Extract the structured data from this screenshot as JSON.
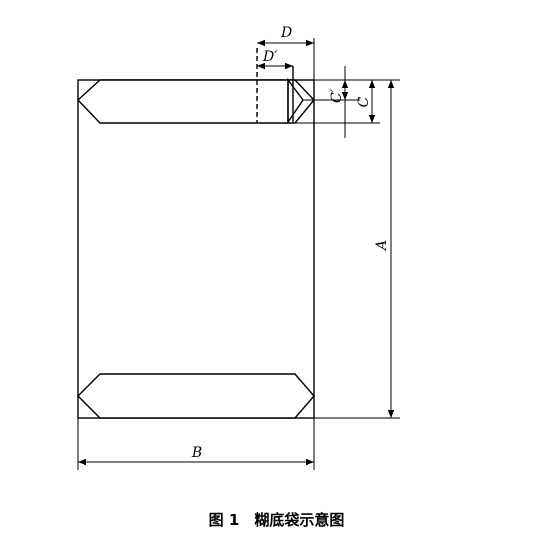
{
  "labels": {
    "D": "D",
    "D_prime": "D′",
    "C": "C",
    "C_prime": "C′",
    "A": "A",
    "B": "B"
  },
  "caption": "图 1　糊底袋示意图"
}
